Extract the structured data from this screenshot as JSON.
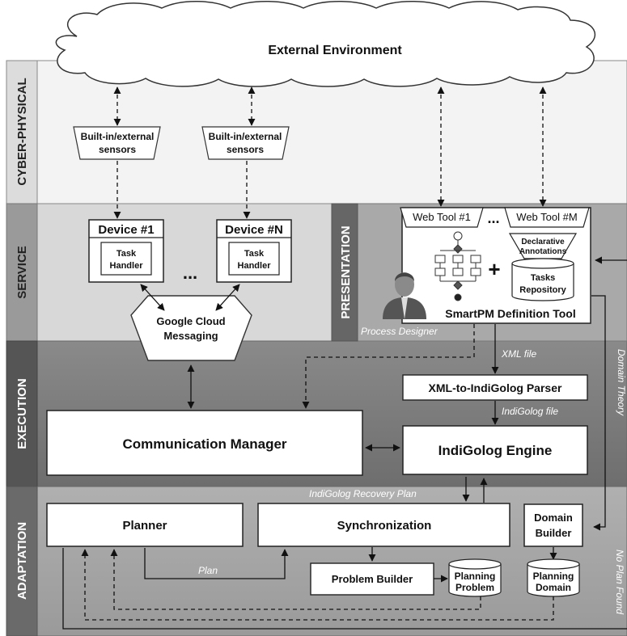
{
  "layers": {
    "cyber_physical": "CYBER-PHYSICAL",
    "service": "SERVICE",
    "presentation": "PRESENTATION",
    "execution": "EXECUTION",
    "adaptation": "ADAPTATION"
  },
  "cloud": "External Environment",
  "sensors": {
    "line1": "Built-in/external",
    "line2": "sensors"
  },
  "devices": {
    "first": "Device #1",
    "last": "Device #N",
    "task_handler_1": "Task",
    "task_handler_2": "Handler",
    "ellipsis": "..."
  },
  "gcm": {
    "line1": "Google Cloud",
    "line2": "Messaging"
  },
  "presentation": {
    "web_tool_1": "Web Tool #1",
    "web_tool_m": "Web Tool #M",
    "ellipsis": "...",
    "declarative_1": "Declarative",
    "declarative_2": "Annotations",
    "repo_1": "Tasks",
    "repo_2": "Repository",
    "plus": "+",
    "tool_name": "SmartPM Definition Tool",
    "designer": "Process Designer"
  },
  "execution": {
    "xml_file": "XML file",
    "parser": "XML-to-IndiGolog Parser",
    "indigolog_file": "IndiGolog file",
    "comm_manager": "Communication Manager",
    "engine": "IndiGolog Engine",
    "domain_theory": "Domain Theory"
  },
  "adaptation": {
    "recovery_plan": "IndiGolog Recovery Plan",
    "planner": "Planner",
    "synchronization": "Synchronization",
    "domain_builder_1": "Domain",
    "domain_builder_2": "Builder",
    "plan": "Plan",
    "problem_builder": "Problem Builder",
    "planning_problem_1": "Planning",
    "planning_problem_2": "Problem",
    "planning_domain_1": "Planning",
    "planning_domain_2": "Domain",
    "no_plan_found": "No Plan Found"
  },
  "colors": {
    "cyber_bg": "#f2f2f2",
    "service_bg": "#d9d9d9",
    "execution_bg": "#7f7f7f",
    "adaptation_bg": "#a6a6a6",
    "sidebar_bg": "#595959"
  }
}
